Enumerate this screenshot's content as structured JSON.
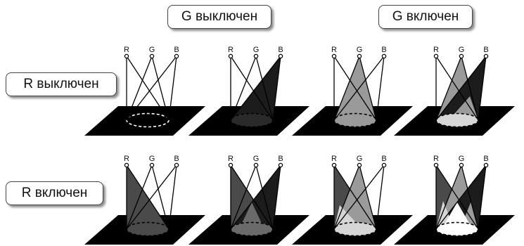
{
  "headers": {
    "g_off": "G выключен",
    "g_on": "G включен"
  },
  "rows": {
    "r_off": "R выключен",
    "r_on": "R включен"
  },
  "source_labels": [
    "R",
    "G",
    "B"
  ],
  "colors": {
    "platform": "#000000",
    "outline": "#000000",
    "r_beam": "#4a4a4a",
    "g_beam": "#9a9a9a",
    "b_beam": "#1c1c1c",
    "rg_overlap": "#d6d6d6",
    "gb_overlap": "#9c9c9c",
    "rb_overlap": "#6a6a6a",
    "white_center": "#ffffff",
    "shadow": "#aaaaaa"
  },
  "panels": [
    {
      "r": false,
      "g": false,
      "b": false
    },
    {
      "r": false,
      "g": false,
      "b": true
    },
    {
      "r": false,
      "g": true,
      "b": false
    },
    {
      "r": false,
      "g": true,
      "b": true
    },
    {
      "r": true,
      "g": false,
      "b": false
    },
    {
      "r": true,
      "g": false,
      "b": true
    },
    {
      "r": true,
      "g": true,
      "b": false
    },
    {
      "r": true,
      "g": true,
      "b": true
    }
  ]
}
